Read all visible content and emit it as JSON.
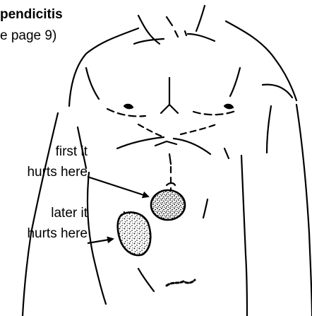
{
  "heading": {
    "title": "pendicitis",
    "subtitle": "e page 9)"
  },
  "labels": {
    "first": {
      "line1": "first it",
      "line2": "hurts here"
    },
    "later": {
      "line1": "later it",
      "line2": "hurts here"
    }
  }
}
